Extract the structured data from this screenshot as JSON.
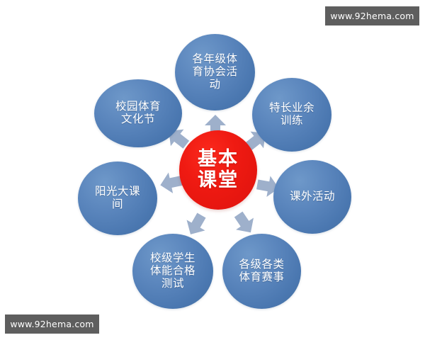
{
  "background_color": "#ffffff",
  "watermarks": [
    {
      "name": "top-right",
      "text": "www.92hema.com"
    },
    {
      "name": "bottom-left",
      "text": "www.92hema.com"
    }
  ],
  "diagram": {
    "type": "radial-hub-and-spoke",
    "hub": {
      "label": "基本\n课堂",
      "color": "#e8201a",
      "text_color": "#ffffff"
    },
    "arrow_color": "#9eb0cb",
    "satellite_color": "#4a7ab5",
    "satellites": [
      {
        "name": "grade-sports-association-activities",
        "label": "各年级体\n育协会活\n动"
      },
      {
        "name": "specialty-amateur-training",
        "label": "特长业余\n训练"
      },
      {
        "name": "extracurricular-activities",
        "label": "课外活动"
      },
      {
        "name": "all-level-sports-events",
        "label": "各级各类\n体育赛事"
      },
      {
        "name": "student-fitness-qualification-test",
        "label": "校级学生\n体能合格\n测试"
      },
      {
        "name": "sunshine-big-recess",
        "label": "阳光大课\n间"
      },
      {
        "name": "campus-sports-culture-festival",
        "label": "校园体育\n文化节"
      }
    ]
  }
}
